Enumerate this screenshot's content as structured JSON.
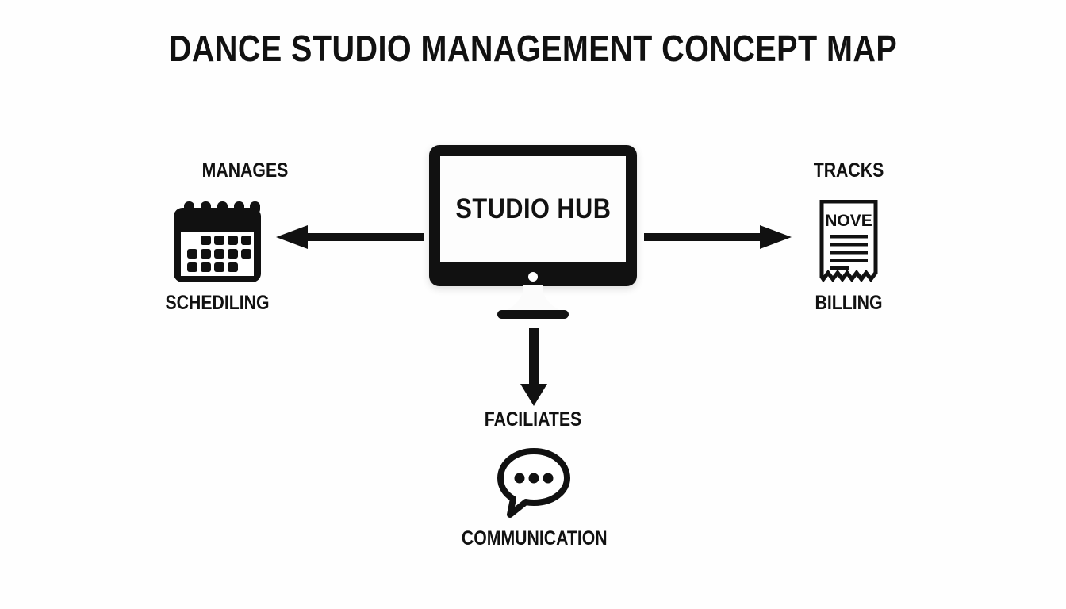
{
  "page": {
    "title": "DANCE STUDIO MANAGEMENT CONCEPT MAP",
    "background_color": "#fefefe",
    "ink_color": "#111111"
  },
  "center_node": {
    "name": "studio-hub",
    "label": "STUDIO HUB",
    "icon": "desktop-monitor-icon"
  },
  "branches": [
    {
      "id": "scheduling",
      "relation_label": "MANAGES",
      "node_label": "SCHEDILING",
      "icon": "calendar-icon",
      "direction": "left",
      "arrow": "arrow-left-icon"
    },
    {
      "id": "billing",
      "relation_label": "TRACKS",
      "node_label": "BILLING",
      "icon": "receipt-invoice-icon",
      "icon_text": "NOVE",
      "direction": "right",
      "arrow": "arrow-right-icon"
    },
    {
      "id": "communication",
      "relation_label": "FACILIATES",
      "node_label": "COMMUNICATION",
      "icon": "speech-bubble-icon",
      "direction": "down",
      "arrow": "arrow-down-icon"
    }
  ]
}
